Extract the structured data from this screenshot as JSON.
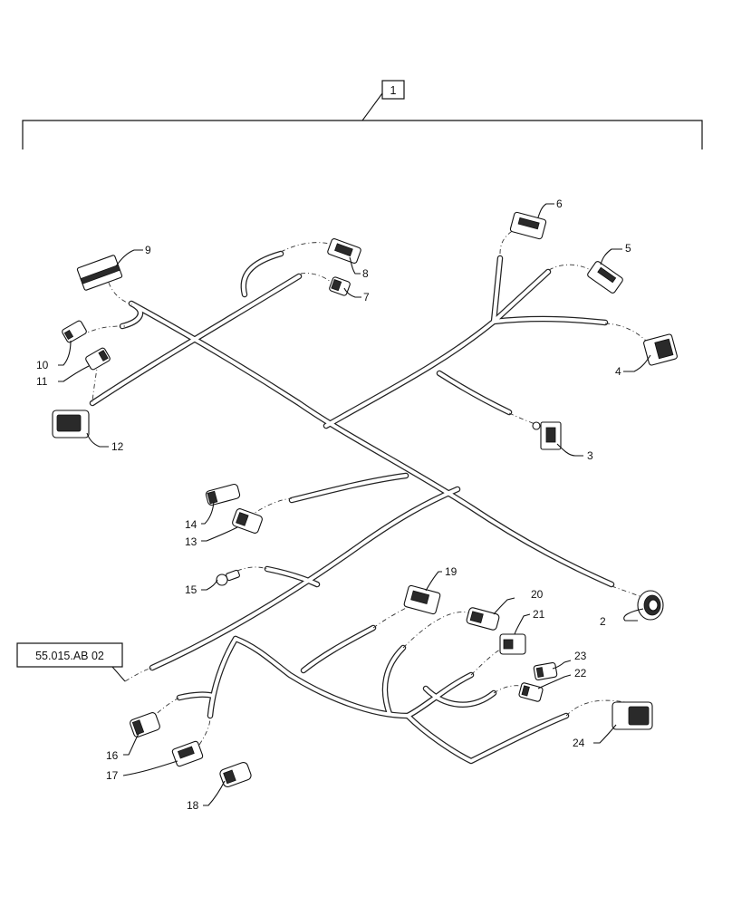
{
  "assembly": {
    "item_number": "1"
  },
  "reference": {
    "label": "55.015.AB 02"
  },
  "callouts": {
    "c2": "2",
    "c3": "3",
    "c4": "4",
    "c5": "5",
    "c6": "6",
    "c7": "7",
    "c8": "8",
    "c9": "9",
    "c10": "10",
    "c11": "11",
    "c12": "12",
    "c13": "13",
    "c14": "14",
    "c15": "15",
    "c16": "16",
    "c17": "17",
    "c18": "18",
    "c19": "19",
    "c20": "20",
    "c21": "21",
    "c22": "22",
    "c23": "23",
    "c24": "24"
  }
}
